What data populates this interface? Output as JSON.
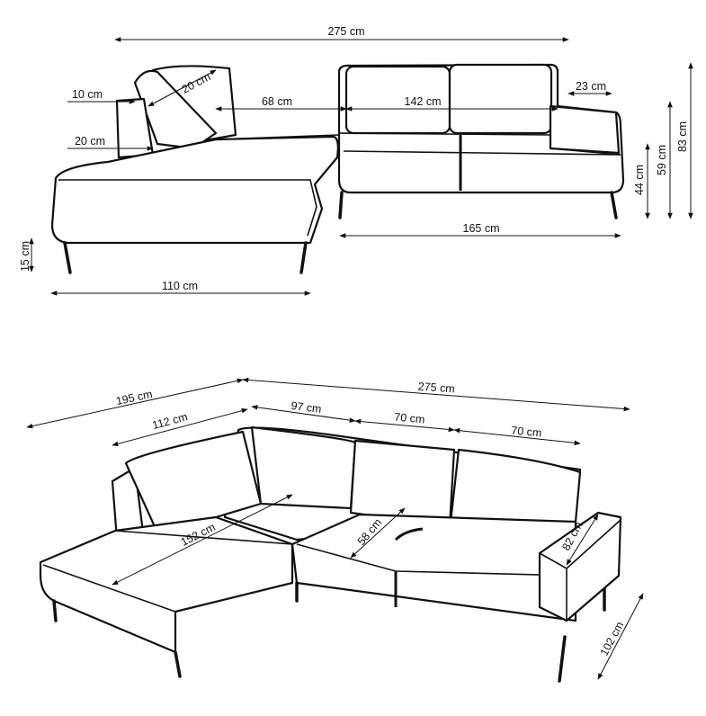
{
  "front_view": {
    "labels": {
      "total_width": "275 cm",
      "cushion_depth": "20 cm",
      "arm_top": "10 cm",
      "arm_side": "20 cm",
      "chaise_back_width": "68 cm",
      "seat_back_width": "142 cm",
      "arm_width": "23 cm",
      "seat_height": "44 cm",
      "arm_height": "59 cm",
      "total_height": "83 cm",
      "sofa_width": "165 cm",
      "leg_height": "15 cm",
      "chaise_width": "110 cm"
    }
  },
  "perspective_view": {
    "labels": {
      "chaise_length": "195 cm",
      "total_width": "275 cm",
      "chaise_back": "112 cm",
      "section_1": "97 cm",
      "section_2": "70 cm",
      "section_3": "70 cm",
      "chaise_seat_depth": "152 cm",
      "seat_depth": "58 cm",
      "arm_depth": "82 cm",
      "sofa_depth": "102 cm"
    }
  },
  "colors": {
    "line": "#111111",
    "background": "#ffffff"
  }
}
